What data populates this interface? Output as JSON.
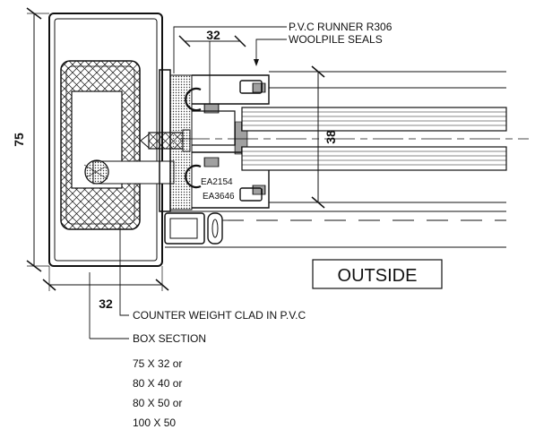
{
  "callouts": {
    "runner": "P.V.C RUNNER R306",
    "seals": "WOOLPILE SEALS",
    "counterweight": "COUNTER WEIGHT CLAD IN P.V.C",
    "box_section": "BOX SECTION"
  },
  "box_sizes": [
    "75 X 32 or",
    "80 X 40 or",
    "80 X 50 or",
    "100 X 50"
  ],
  "dimensions": {
    "box_height": "75",
    "box_width": "32",
    "runner_width": "32",
    "glass_gap": "38"
  },
  "profile_codes": [
    "EA2154",
    "EA3646"
  ],
  "outside_label": "OUTSIDE"
}
